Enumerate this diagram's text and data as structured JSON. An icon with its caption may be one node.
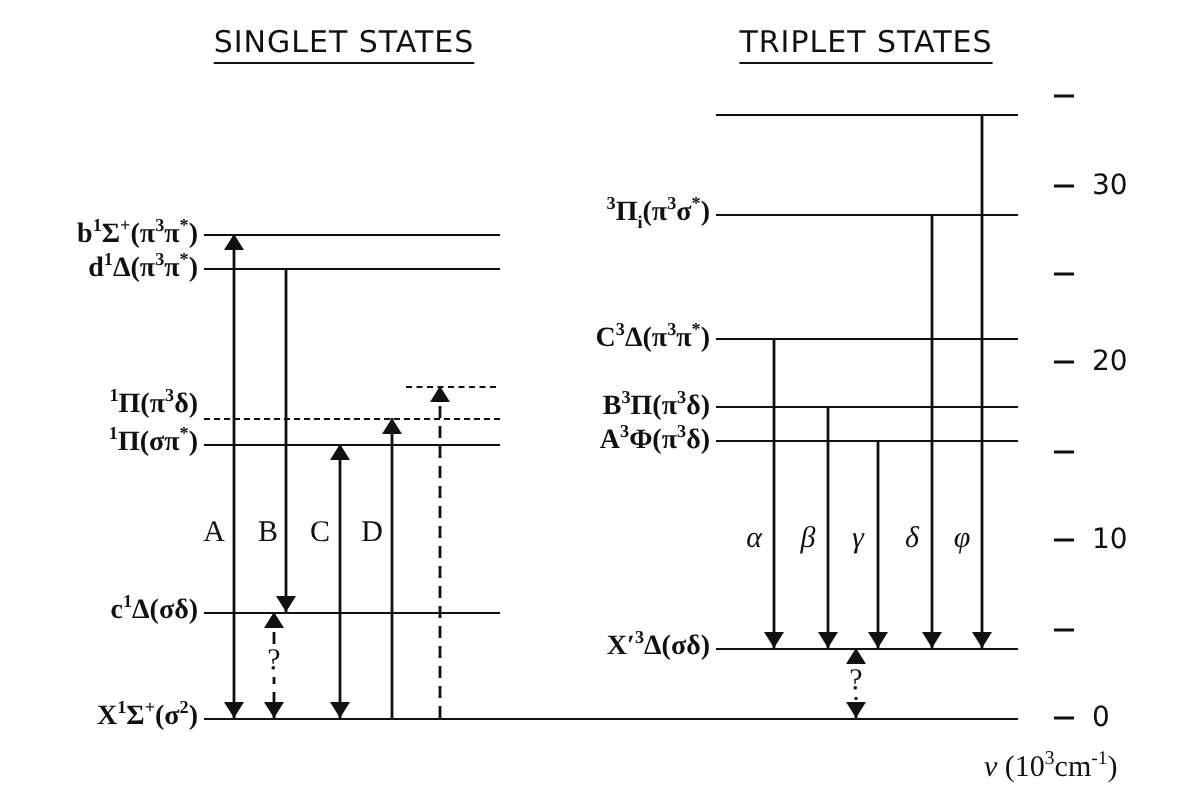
{
  "diagram": {
    "nodes": [
      {
        "text": [
          "b$^{1}$Σ$^{+}$(π$^{3}$π$^{*}$)"
        ]
      },
      {
        "text": [
          "d$^{1}$Δ(π$^{3}$π$^{*}$)"
        ]
      },
      {
        "text": [],
        "shape": "bar"
      },
      {
        "text": [
          "$^{1}$Π(π$^{3}$δ)"
        ]
      },
      {
        "text": [
          "$^{1}$Π(σπ$^{*}$)"
        ]
      },
      {
        "text": [
          "c$^{1}$Δ(σδ)"
        ]
      },
      {
        "text": [
          "X$^{1}$Σ$^{+}$(σ$^{2}$)"
        ]
      },
      {
        "text": [],
        "shape": "bar"
      },
      {
        "text": [
          "$^{3}$Π$_{i}$(π$^{3}$σ$^{*}$)"
        ]
      },
      {
        "text": [
          "C$^{3}$Δ(π$^{3}$π$^{*}$)"
        ]
      },
      {
        "text": [
          "B$^{3}$Π(π$^{3}$δ)"
        ]
      },
      {
        "text": [
          "A$^{3}$Φ(π$^{3}$δ)"
        ]
      },
      {
        "text": [
          "X′$^{3}$Δ(σδ)"
        ]
      }
    ],
    "edges": [
      {
        "from": 6,
        "to": 0,
        "arrow": "both",
        "label": "A"
      },
      {
        "from": 1,
        "to": 5,
        "arrow": "to",
        "label": "B"
      },
      {
        "from": 5,
        "to": 6,
        "arrow": "both",
        "style": "dashed",
        "label": "?"
      },
      {
        "from": 4,
        "to": 6,
        "arrow": "both",
        "label": "C"
      },
      {
        "from": 6,
        "to": 3,
        "arrow": "to",
        "label": "D"
      },
      {
        "from": 6,
        "to": 2,
        "arrow": "to",
        "style": "dashed"
      },
      {
        "from": 9,
        "to": 12,
        "arrow": "to",
        "label": "α"
      },
      {
        "from": 10,
        "to": 12,
        "arrow": "to",
        "label": "β"
      },
      {
        "from": 11,
        "to": 12,
        "arrow": "to",
        "label": "γ"
      },
      {
        "from": 8,
        "to": 12,
        "arrow": "to",
        "label": "δ"
      },
      {
        "from": 7,
        "to": 12,
        "arrow": "to",
        "label": "φ"
      },
      {
        "from": 12,
        "to": 6,
        "arrow": "both",
        "style": "dashed",
        "label": "?"
      }
    ],
    "labels": [
      "SINGLET STATES",
      "TRIPLET STATES",
      "30",
      "20",
      "10",
      "0",
      "*ν* (10$^{3}$cm$^{-1}$)"
    ]
  }
}
